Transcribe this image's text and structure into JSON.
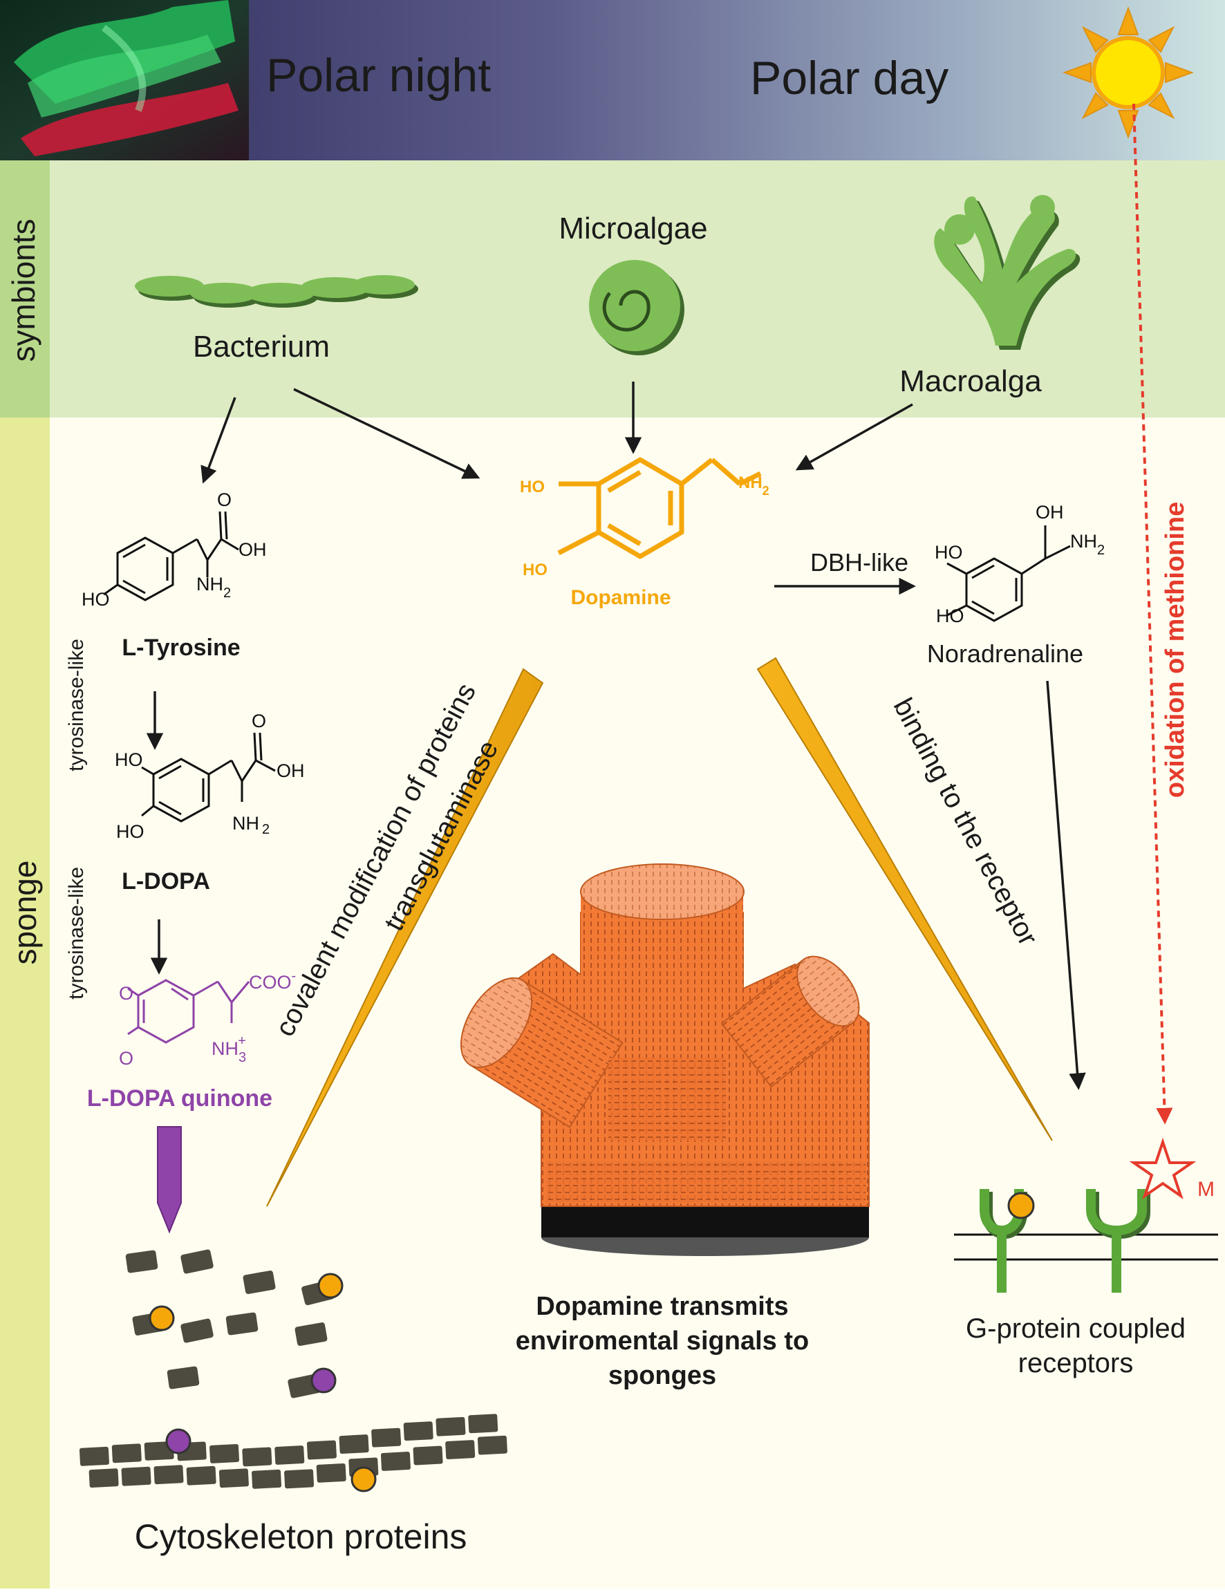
{
  "header": {
    "polar_night": "Polar night",
    "polar_day": "Polar day",
    "colors": {
      "night": "#2f2c5e",
      "day": "#c6dedd",
      "sun": "#ffe500",
      "sun_rays": "#f4a60f"
    }
  },
  "bands": {
    "symbionts": "symbionts",
    "sponge": "sponge",
    "colors": {
      "symbionts_bg": "#dcebc2",
      "symbionts_tab": "#b8d98c",
      "sponge_bg": "#fefdf0",
      "sponge_tab": "#e6eb98"
    }
  },
  "symbionts": {
    "bacterium": "Bacterium",
    "microalgae": "Microalgae",
    "macroalga": "Macroalga"
  },
  "dopamine": {
    "name": "Dopamine",
    "ho_top": "HO",
    "ho_bottom": "HO",
    "amine": "NH",
    "amine_sub": "2",
    "color": "#f5a70a"
  },
  "pathway_left": {
    "tyrosine": "L-Tyrosine",
    "dopa": "L-DOPA",
    "quinone": "L-DOPA quinone",
    "enzyme_1": "tyrosinase-like",
    "enzyme_2": "tyrosinase-like",
    "quinone_color": "#8e44a8"
  },
  "chem_atoms": {
    "o": "O",
    "oh": "OH",
    "ho": "HO",
    "nh": "NH",
    "two": "2",
    "three": "3",
    "coo": "COO",
    "minus": "-",
    "plus": "+"
  },
  "noradrenaline": {
    "name": "Noradrenaline",
    "enzyme": "DBH-like"
  },
  "processes": {
    "covalent": "covalent modification of proteins",
    "transglutaminase": "transglutaminase",
    "binding": "binding to the receptor",
    "oxidation": "oxidation of methionine",
    "oxidation_color": "#e53b2c"
  },
  "center_caption": {
    "line1": "Dopamine transmits",
    "line2": "enviromental signals to",
    "line3": "sponges",
    "sponge_color": "#f27a35"
  },
  "receptors": {
    "line1": "G-protein coupled",
    "line2": "receptors",
    "methionine_marker": "M",
    "receptor_color": "#5ba839"
  },
  "cytoskeleton": {
    "label": "Cytoskeleton proteins",
    "block_color": "#4d4a40"
  }
}
